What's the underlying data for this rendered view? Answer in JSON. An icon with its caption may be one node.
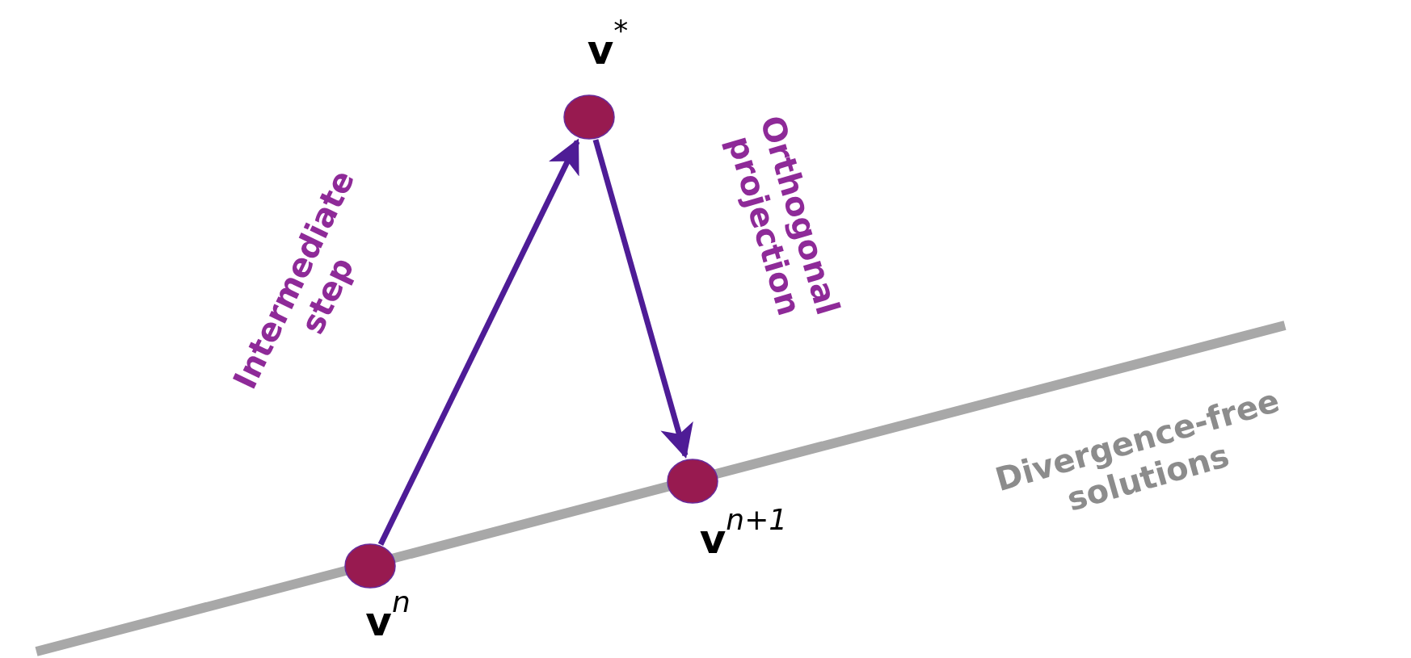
{
  "diagram": {
    "nodes": [
      {
        "text": [],
        "shape": "circle",
        "beside": [
          "**v**$^{n}$"
        ]
      },
      {
        "text": [],
        "shape": "circle",
        "beside": [
          "**v**$^{*}$"
        ]
      },
      {
        "text": [],
        "shape": "circle",
        "beside": [
          "**v**$^{n+1}$"
        ]
      }
    ],
    "edges": [
      {
        "from": 0,
        "to": 1,
        "arrow": "to",
        "label": "Intermediate step"
      },
      {
        "from": 1,
        "to": 2,
        "arrow": "to",
        "label": "Orthogonal projection"
      }
    ],
    "labels": [
      "Divergence-free solutions"
    ]
  }
}
